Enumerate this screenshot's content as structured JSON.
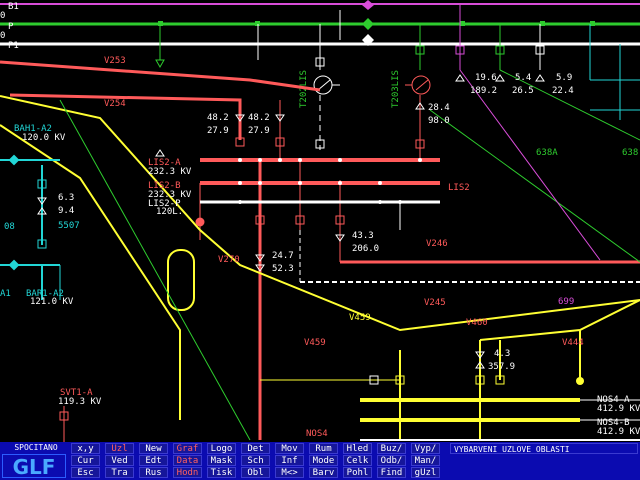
{
  "buses_left": [
    "B1",
    "P",
    "P1"
  ],
  "line_labels": [
    "V253",
    "V254",
    "V270",
    "V246",
    "V245",
    "V460",
    "V459",
    "V444"
  ],
  "small_line_labels": [
    "V459",
    "638A",
    "699",
    "638"
  ],
  "substations": {
    "lis2": {
      "name": "LIS2",
      "bus_a": {
        "name": "LIS2-A",
        "kv": "232.3 KV"
      },
      "bus_b": {
        "name": "LIS2-B",
        "kv": "232.3 KV"
      },
      "bus_p": {
        "name": "LIS2-P",
        "kv": "120L."
      }
    },
    "bah": {
      "name": "BAH1-A2",
      "kv": "120.0 KV"
    },
    "bar": {
      "name": "BAR1-A2",
      "kv": "121.0 KV",
      "side": "A1"
    },
    "svt": {
      "name": "SVT1-A",
      "kv": "119.3 KV"
    },
    "nos": {
      "name": "NOS4",
      "bus_a": {
        "name": "NOS4-A",
        "kv": "412.9 KV"
      },
      "bus_b": {
        "name": "NOS4-B",
        "kv": "412.9 KV"
      }
    }
  },
  "transformers": [
    "T202LIS",
    "T203LIS"
  ],
  "measurements": {
    "v254_1": [
      "48.2",
      "27.9"
    ],
    "v254_2": [
      "48.2",
      "27.9"
    ],
    "t203": [
      "28.4",
      "98.0"
    ],
    "top1": [
      "19.6",
      "189.2"
    ],
    "top2": [
      "5.4",
      "26.5"
    ],
    "top3": [
      "5.9",
      "22.4"
    ],
    "bah": [
      "6.3",
      "9.4",
      "5507"
    ],
    "v270": [
      "24.7",
      "52.3"
    ],
    "v246": [
      "43.3",
      "206.0"
    ],
    "nos": [
      "4.3",
      "357.9"
    ]
  },
  "left_edge_codes": [
    "08",
    "0",
    "0"
  ],
  "toolbar": {
    "status": "SPOCITANO",
    "logo": "GLF",
    "message": "VYBARVENI UZLOVE OBLASTI",
    "rows": [
      [
        "x,y",
        "Uzl",
        "New",
        "Graf",
        "Logo",
        "Det",
        "Mov",
        "Rum",
        "Hled",
        "Buz/",
        "Vyp/"
      ],
      [
        "Cur",
        "Ved",
        "Edt",
        "Data",
        "Mask",
        "Sch",
        "Inf",
        "Mode",
        "Celk",
        "Odb/",
        "Man/"
      ],
      [
        "Esc",
        "Tra",
        "Rus",
        "Hodn",
        "Tisk",
        "Obl",
        "M<>",
        "Barv",
        "Pohl",
        "Find",
        "gUzl"
      ]
    ],
    "highlighted": [
      "Uzl",
      "Graf",
      "Data",
      "Hodn"
    ],
    "colors": {
      "bar": "#0b0bb0",
      "highlight": "#ff6060",
      "logo": "#4aaaff"
    }
  },
  "colors": {
    "background": "#000000",
    "line_220kv": "#ff5a5a",
    "line_400kv": "#ffff33",
    "line_110kv": "#22d6d6",
    "bus_green": "#2ecc2e",
    "bus_magenta": "#d84dd8",
    "text": "#ffffff"
  }
}
